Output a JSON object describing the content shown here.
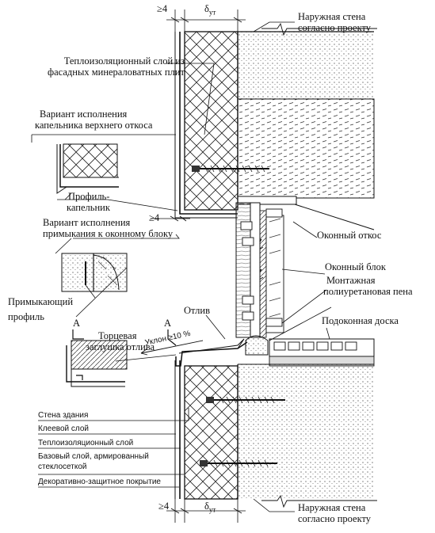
{
  "dims": {
    "gap_top": "≥4",
    "delta_top": "δ",
    "delta_top_sub": "ут",
    "gap_mid": "≥4",
    "gap_bottom": "≥4",
    "delta_bottom": "δ",
    "delta_bottom_sub": "ут"
  },
  "labels": {
    "outer_wall_top_1": "Наружная стена",
    "outer_wall_top_2": "согласно проекту",
    "insulation_1": "Теплоизоляционный слой из",
    "insulation_2": "фасадных минераловатных плит",
    "drip_variant_1": "Вариант исполнения",
    "drip_variant_2": "капельника верхнего откоса",
    "drip_profile_1": "Профиль-",
    "drip_profile_2": "капельник",
    "junction_variant_1": "Вариант исполнения",
    "junction_variant_2": "примыкания к оконному блоку",
    "window_reveal": "Оконный откос",
    "window_block": "Оконный блок",
    "foam_1": "Монтажная",
    "foam_2": "полиуретановая пена",
    "adjoining_profile_1": "Примыкающий",
    "adjoining_profile_2": "профиль",
    "sill": "Отлив",
    "sill_board": "Подоконная доска",
    "section_a_left": "А",
    "section_a_right": "А",
    "slope": "Уклон ≥10 %",
    "end_cap_1": "Торцевая",
    "end_cap_2": "заглушка отлива",
    "outer_wall_bottom_1": "Наружная стена",
    "outer_wall_bottom_2": "согласно проекту"
  },
  "legend": [
    "Стена здания",
    "Клеевой слой",
    "Теплоизоляционный слой",
    "Базовый слой, армированный",
    "стеклосеткой",
    "Декоративно-защитное покрытие"
  ]
}
